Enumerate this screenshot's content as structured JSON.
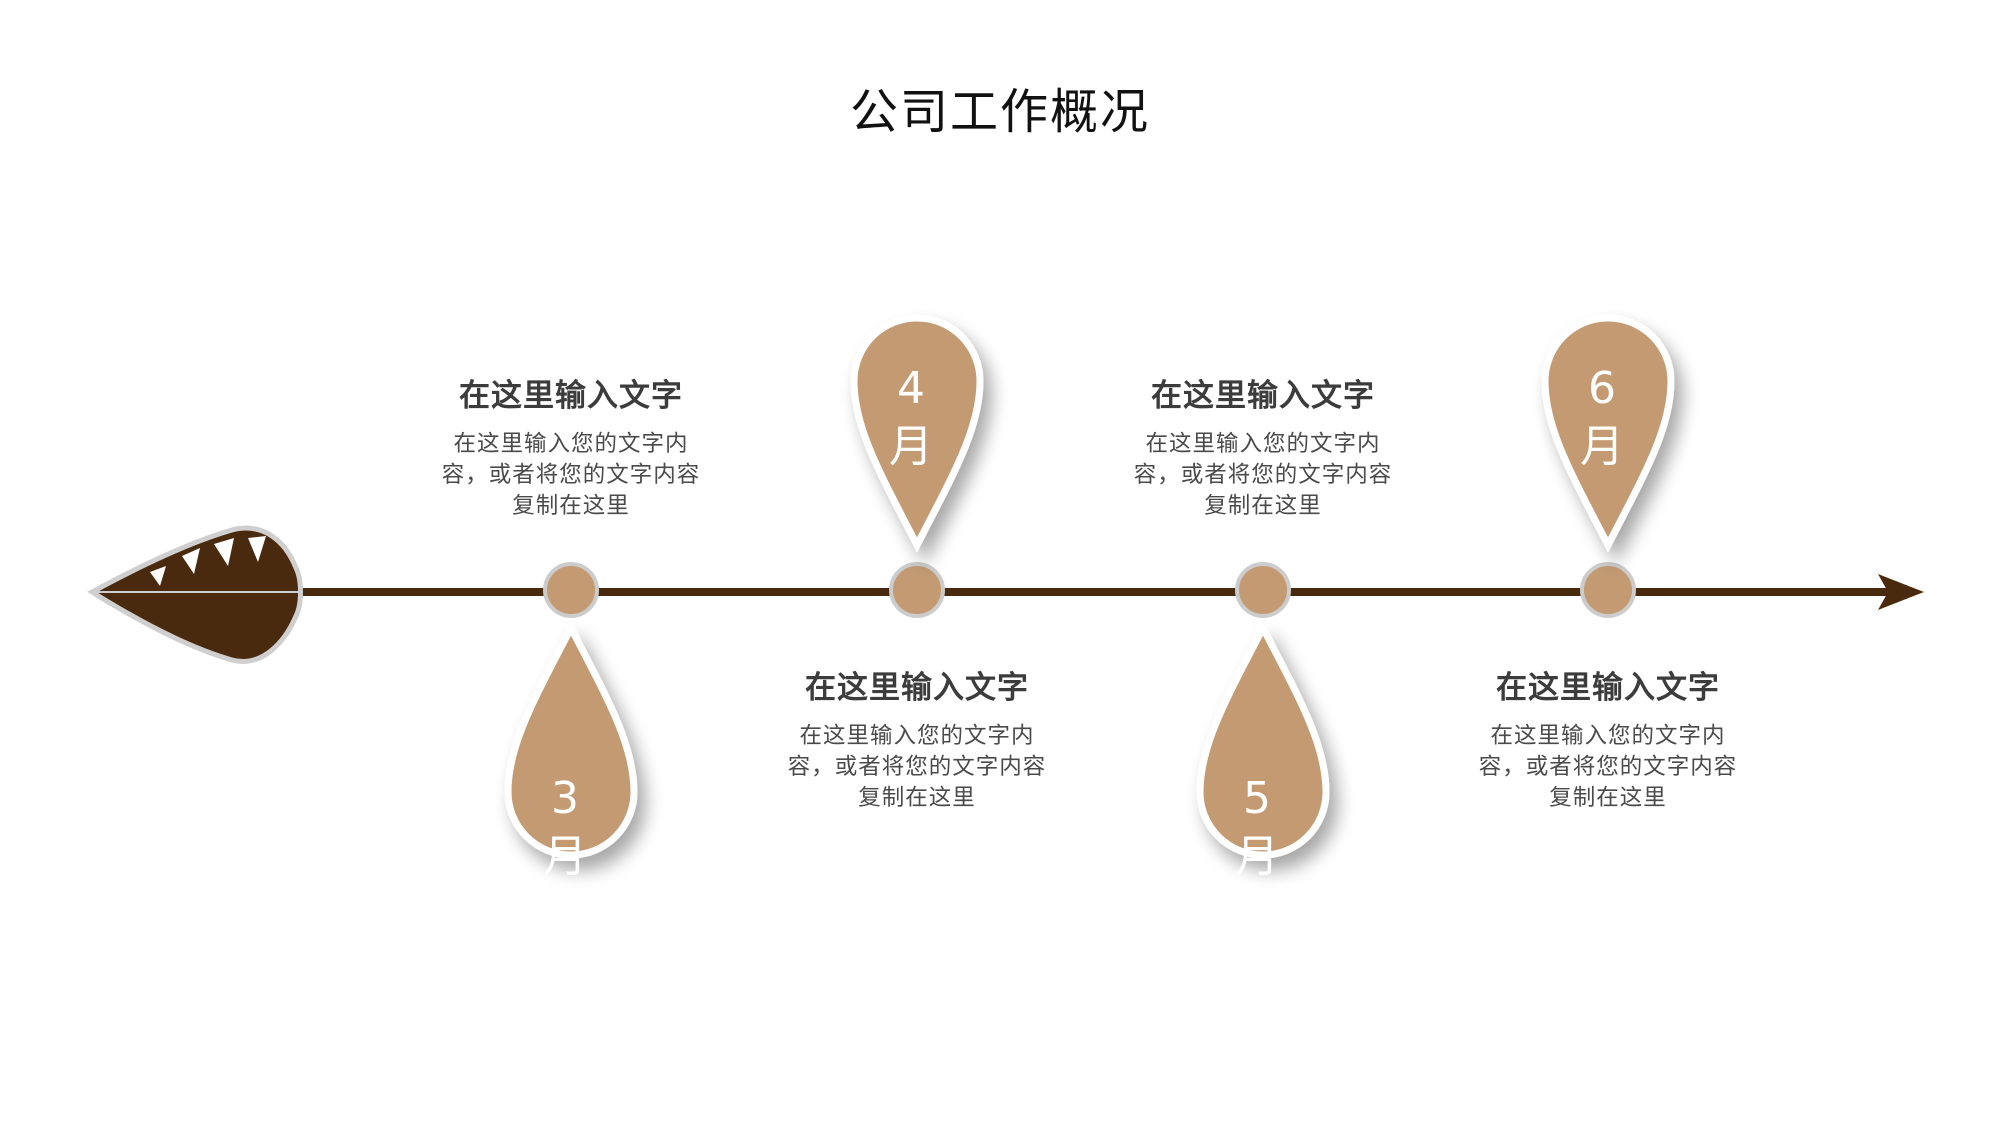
{
  "title": "公司工作概况",
  "colors": {
    "arrow": "#4a2a0e",
    "node": "#c39a72",
    "drop": "#c49a72",
    "outline": "#cccccc"
  },
  "milestones": [
    {
      "number": "3",
      "unit": "月",
      "heading": "在这里输入文字",
      "body": "在这里输入您的文字内容，或者将您的文字内容复制在这里"
    },
    {
      "number": "4",
      "unit": "月",
      "heading": "在这里输入文字",
      "body": "在这里输入您的文字内容，或者将您的文字内容复制在这里"
    },
    {
      "number": "5",
      "unit": "月",
      "heading": "在这里输入文字",
      "body": "在这里输入您的文字内容，或者将您的文字内容复制在这里"
    },
    {
      "number": "6",
      "unit": "月",
      "heading": "在这里输入文字",
      "body": "在这里输入您的文字内容，或者将您的文字内容复制在这里"
    }
  ]
}
